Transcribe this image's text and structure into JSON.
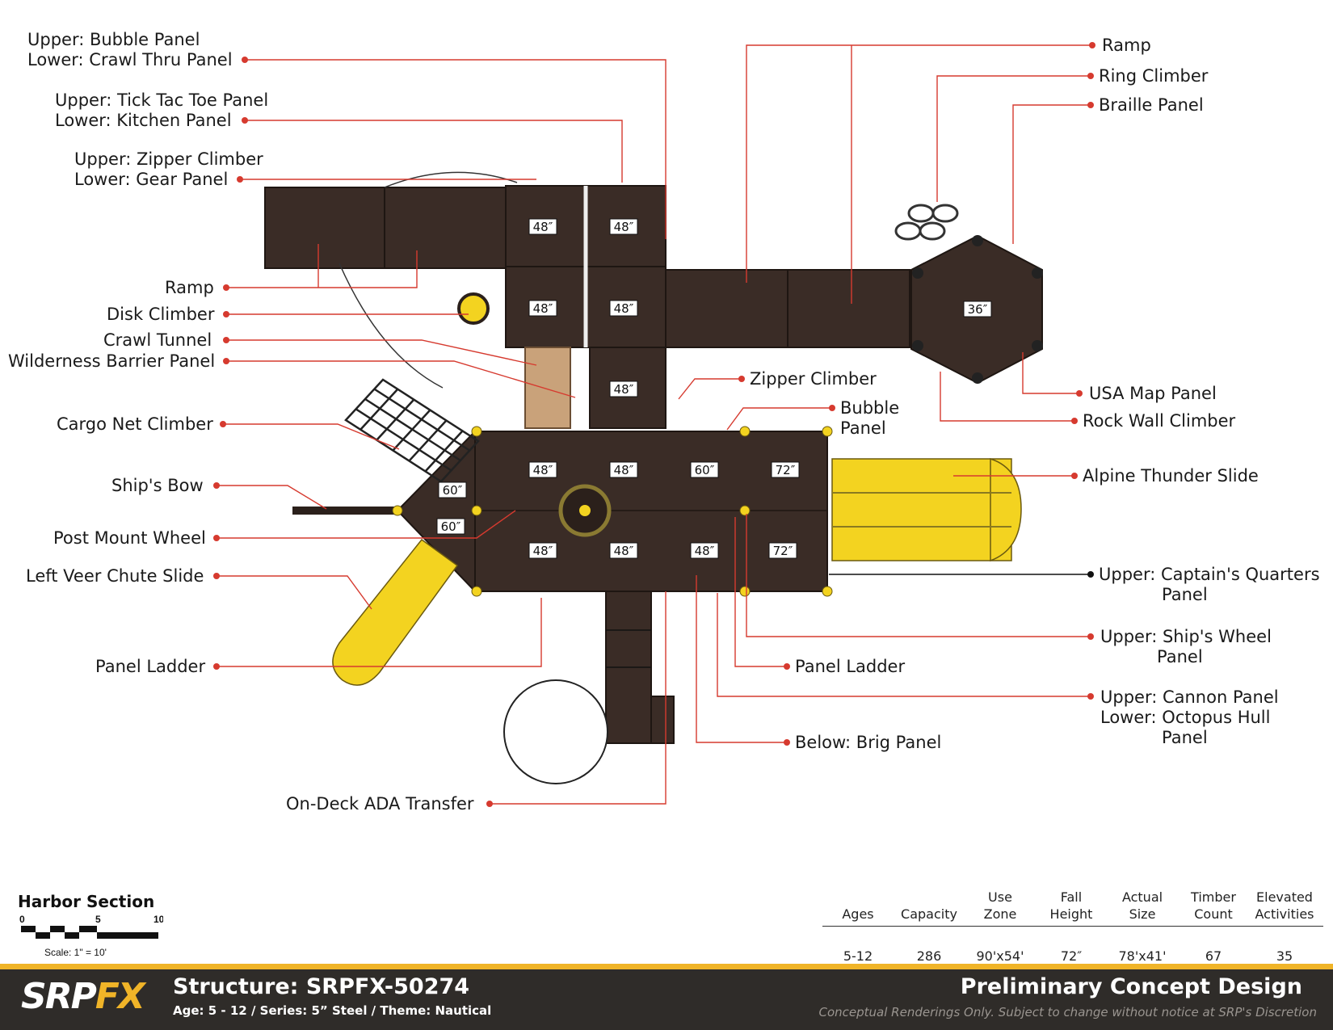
{
  "callouts_left": [
    {
      "key": "bubble",
      "lines": [
        "Upper: Bubble Panel",
        "Lower: Crawl Thru Panel"
      ]
    },
    {
      "key": "ticktactoe",
      "lines": [
        "Upper: Tick Tac Toe Panel",
        "Lower: Kitchen Panel"
      ]
    },
    {
      "key": "zipper",
      "lines": [
        "Upper: Zipper Climber",
        "Lower: Gear Panel"
      ]
    },
    {
      "key": "ramp",
      "lines": [
        "Ramp"
      ]
    },
    {
      "key": "disk",
      "lines": [
        "Disk Climber"
      ]
    },
    {
      "key": "crawl",
      "lines": [
        "Crawl Tunnel"
      ]
    },
    {
      "key": "wilderness",
      "lines": [
        "Wilderness Barrier Panel"
      ]
    },
    {
      "key": "cargo",
      "lines": [
        "Cargo Net Climber"
      ]
    },
    {
      "key": "bow",
      "lines": [
        "Ship's Bow"
      ]
    },
    {
      "key": "wheel",
      "lines": [
        "Post Mount Wheel"
      ]
    },
    {
      "key": "veer",
      "lines": [
        "Left Veer Chute Slide"
      ]
    },
    {
      "key": "ladder",
      "lines": [
        "Panel Ladder"
      ]
    },
    {
      "key": "ada",
      "lines": [
        "On-Deck ADA Transfer"
      ]
    }
  ],
  "callouts_right": [
    {
      "key": "ramp",
      "lines": [
        "Ramp"
      ]
    },
    {
      "key": "ring",
      "lines": [
        "Ring Climber"
      ]
    },
    {
      "key": "braille",
      "lines": [
        "Braille Panel"
      ]
    },
    {
      "key": "zipper",
      "lines": [
        "Zipper Climber"
      ]
    },
    {
      "key": "bubble",
      "lines": [
        "Bubble",
        "Panel"
      ]
    },
    {
      "key": "usamap",
      "lines": [
        "USA Map Panel"
      ]
    },
    {
      "key": "rockwall",
      "lines": [
        "Rock Wall Climber"
      ]
    },
    {
      "key": "alpine",
      "lines": [
        "Alpine Thunder Slide"
      ]
    },
    {
      "key": "captain",
      "lines": [
        "Upper: Captain's Quarters",
        "Panel"
      ]
    },
    {
      "key": "shipswheel",
      "lines": [
        "Upper: Ship's Wheel",
        "Panel"
      ]
    },
    {
      "key": "ladder",
      "lines": [
        "Panel Ladder"
      ]
    },
    {
      "key": "cannon",
      "lines": [
        "Upper: Cannon Panel",
        "Lower: Octopus Hull",
        "Panel"
      ]
    },
    {
      "key": "brig",
      "lines": [
        "Below: Brig Panel"
      ]
    }
  ],
  "deck_heights": [
    "48″",
    "48″",
    "48″",
    "48″",
    "48″",
    "36″",
    "60″",
    "60″",
    "48″",
    "48″",
    "60″",
    "72″",
    "48″",
    "48″",
    "48″",
    "72″"
  ],
  "scale": {
    "title": "Harbor Section",
    "ticks": [
      "0",
      "5",
      "10"
    ],
    "caption": "Scale: 1\" = 10'"
  },
  "specs": {
    "headers": [
      [
        "Ages"
      ],
      [
        "Capacity"
      ],
      [
        "Use",
        "Zone"
      ],
      [
        "Fall",
        "Height"
      ],
      [
        "Actual",
        "Size"
      ],
      [
        "Timber",
        "Count"
      ],
      [
        "Elevated",
        "Activities"
      ]
    ],
    "values": [
      "5-12",
      "286",
      "90'x54'",
      "72″",
      "78'x41'",
      "67",
      "35"
    ]
  },
  "footer": {
    "logo_a": "SRP",
    "logo_b": "FX",
    "structure": "Structure: SRPFX-50274",
    "subtitle": "Age: 5 - 12 / Series: 5” Steel / Theme: Nautical",
    "prelim": "Preliminary Concept Design",
    "disclaimer": "Conceptual Renderings Only. Subject to change without notice at SRP's Discretion"
  },
  "colors": {
    "accent": "#d63a2f",
    "deck": "#3a2c26",
    "slide": "#f3d320",
    "footer": "#2f2c29",
    "stripe": "#f0b428"
  }
}
